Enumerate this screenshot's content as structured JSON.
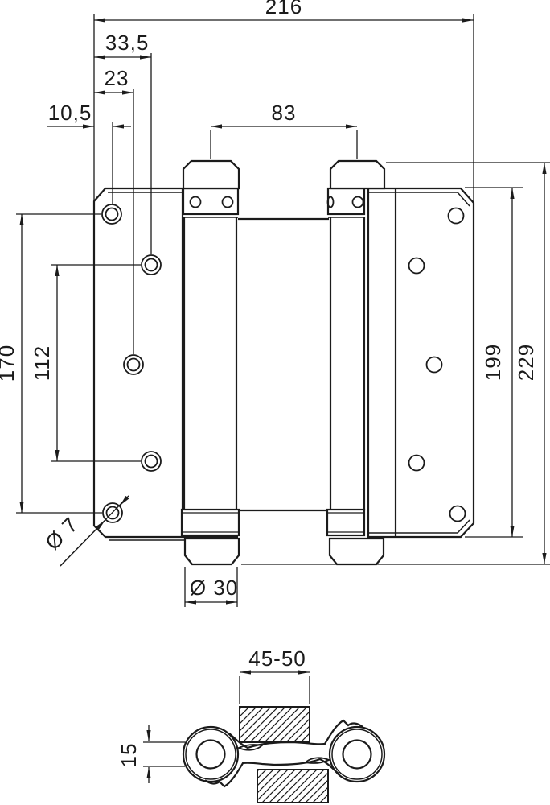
{
  "drawing": {
    "main_view": {
      "overall_width": "216",
      "offset_outer": "33,5",
      "offset_mid": "23",
      "offset_inner": "10,5",
      "barrel_spacing": "83",
      "hole_span_outer": "170",
      "hole_span_inner": "112",
      "leaf_height": "199",
      "overall_height": "229",
      "screw_hole_dia": "Ø 7",
      "barrel_dia": "Ø 30"
    },
    "section_view": {
      "door_thickness": "45-50",
      "strap_offset": "15"
    }
  }
}
